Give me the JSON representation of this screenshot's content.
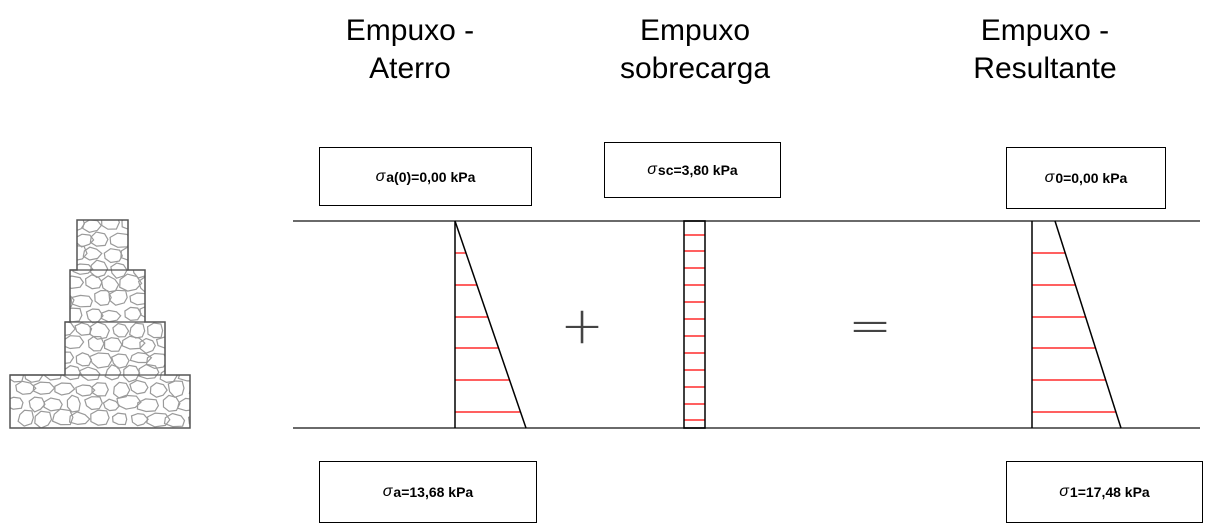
{
  "titles": {
    "aterro": [
      "Empuxo -",
      "Aterro"
    ],
    "sobrecarga": [
      "Empuxo",
      "sobrecarga"
    ],
    "resultante": [
      "Empuxo -",
      "Resultante"
    ]
  },
  "labels": {
    "sigma_a0": {
      "symbol": "σ",
      "text": "a(0)=0,00 kPa"
    },
    "sigma_sc": {
      "symbol": "σ",
      "text": "sc=3,80 kPa"
    },
    "sigma_0": {
      "symbol": "σ",
      "text": "0=0,00 kPa"
    },
    "sigma_a": {
      "symbol": "σ",
      "text": "a=13,68 kPa"
    },
    "sigma_1": {
      "symbol": "σ",
      "text": "1=17,48 kPa"
    }
  },
  "operators": {
    "plus": "+",
    "equals": "="
  },
  "colors": {
    "hatch": "#ff0000",
    "line": "#000000",
    "stone": "#9a9a9a"
  }
}
